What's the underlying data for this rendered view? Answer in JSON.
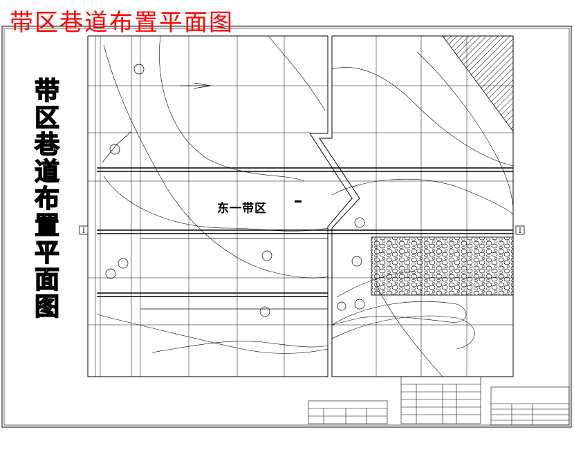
{
  "drawing": {
    "title": "带区巷道布置平面图",
    "side_title": "带区巷道布置平面图",
    "region_label": "东一带区",
    "section_mark_left": "I",
    "section_mark_right": "I"
  },
  "colors": {
    "title": "#ff0000",
    "lines": "#000000",
    "background": "#ffffff"
  }
}
